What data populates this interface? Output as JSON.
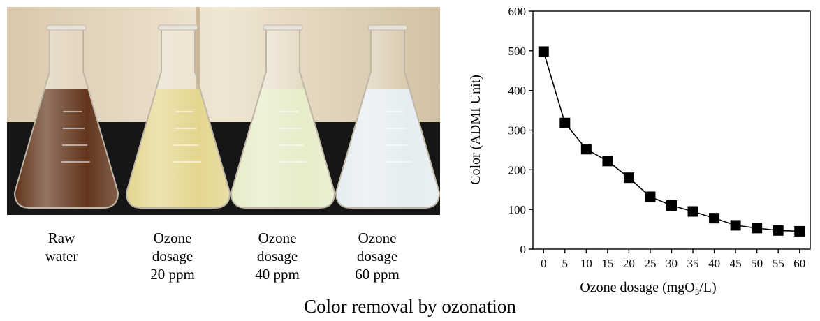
{
  "photo": {
    "labels": [
      {
        "lines": [
          "Raw",
          "water"
        ]
      },
      {
        "lines": [
          "Ozone",
          "dosage",
          "20 ppm"
        ]
      },
      {
        "lines": [
          "Ozone",
          "dosage",
          "40 ppm"
        ]
      },
      {
        "lines": [
          "Ozone",
          "dosage",
          "60 ppm"
        ]
      }
    ],
    "flask_colors": [
      "#5a2a10",
      "#e2d488",
      "#e6ebc6",
      "#e4ecf0"
    ],
    "background_color": "#e9ddc8",
    "surface_color": "#161616"
  },
  "chart_data": {
    "type": "line",
    "xlabel_main": "Ozone dosage (mgO",
    "xlabel_sub": "3",
    "xlabel_tail": "/L)",
    "ylabel": "Color (ADMI Unit)",
    "x_ticks": [
      "0",
      "5",
      "10",
      "15",
      "20",
      "25",
      "30",
      "35",
      "40",
      "45",
      "50",
      "55",
      "60"
    ],
    "y_ticks": [
      "0",
      "100",
      "200",
      "300",
      "400",
      "500",
      "600"
    ],
    "xlim": [
      -2.5,
      62.5
    ],
    "ylim": [
      0,
      600
    ],
    "grid": false,
    "marker": "square",
    "series": [
      {
        "x": [
          0,
          5,
          10,
          15,
          20,
          25,
          30,
          35,
          40,
          45,
          50,
          55,
          60
        ],
        "y": [
          498,
          318,
          252,
          222,
          180,
          132,
          110,
          95,
          78,
          60,
          53,
          47,
          45
        ]
      }
    ]
  },
  "caption": "Color removal by ozonation"
}
